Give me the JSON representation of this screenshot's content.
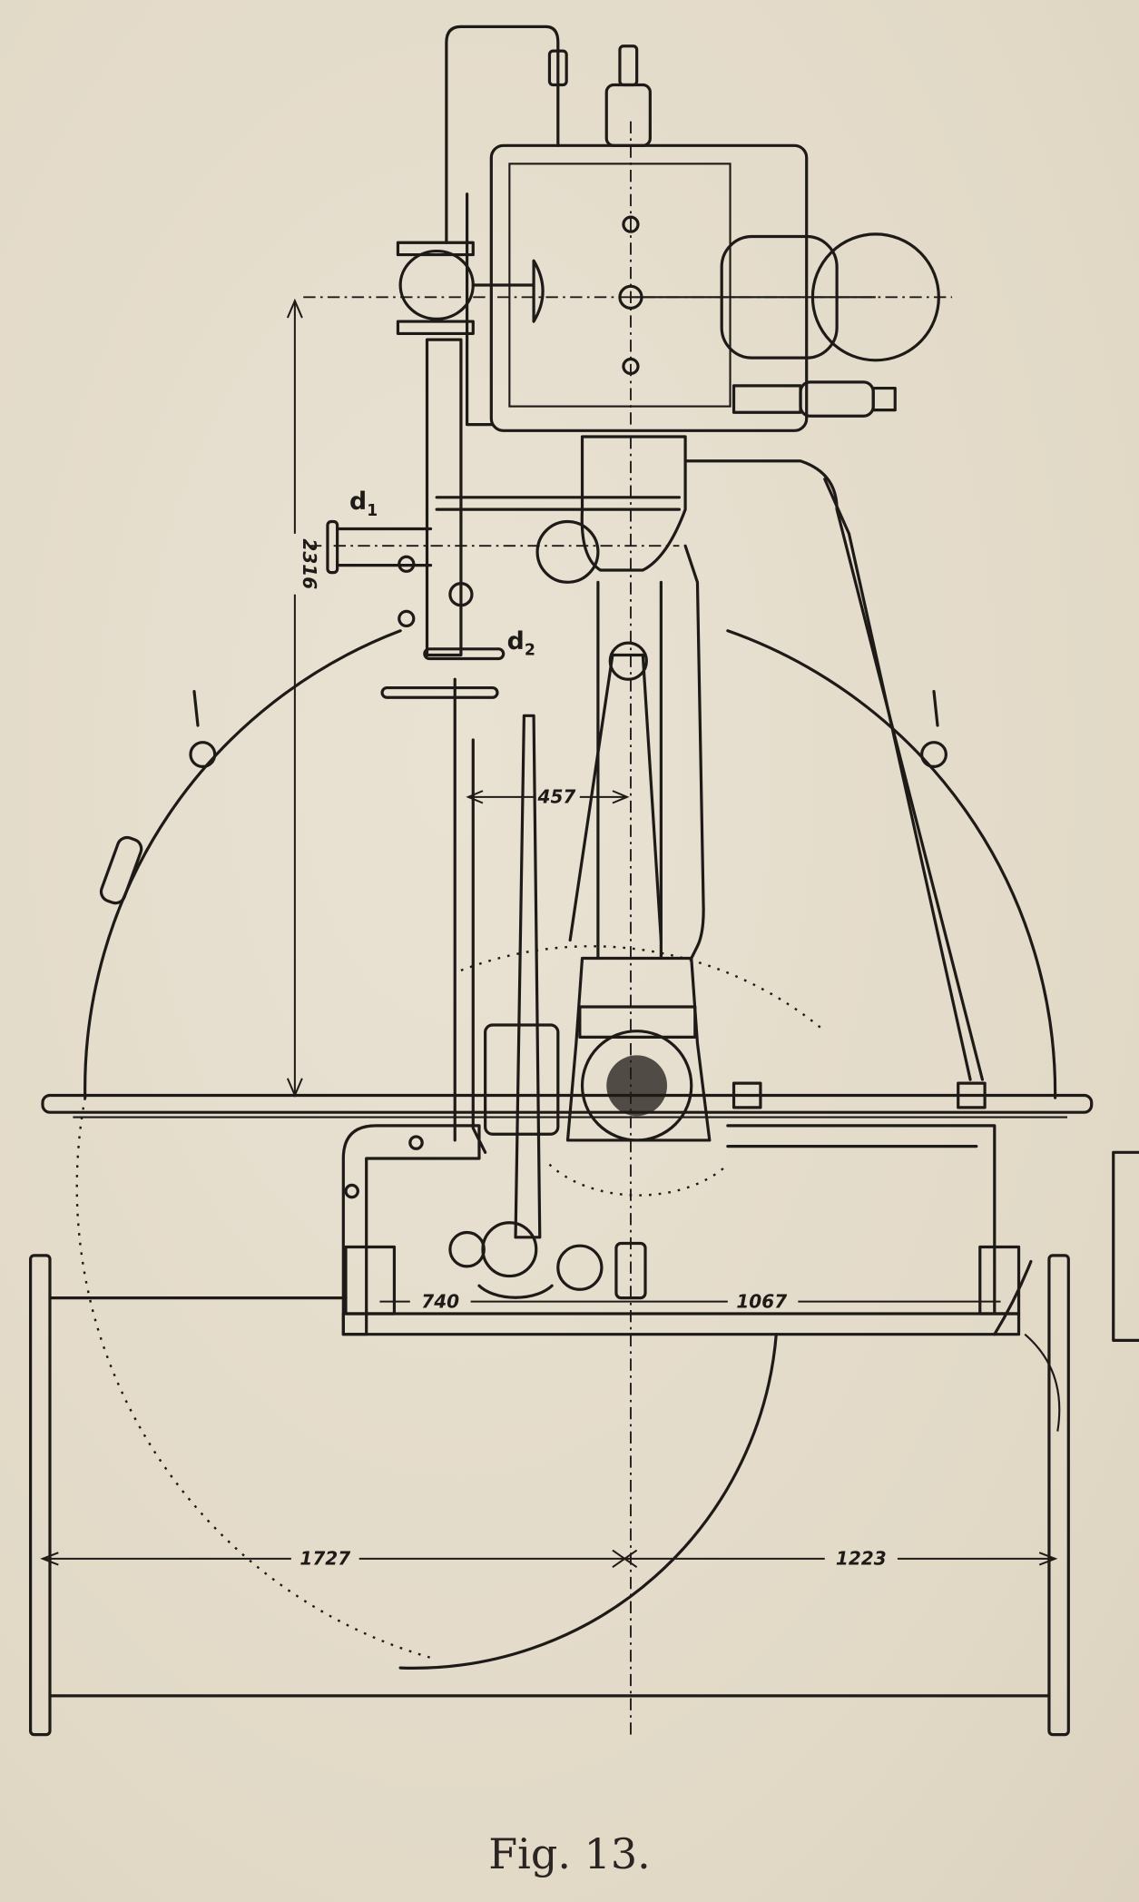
{
  "figure": {
    "caption": "Fig. 13.",
    "labels": {
      "d1": "d",
      "d1_sub": "1",
      "d2": "d",
      "d2_sub": "2"
    },
    "dimensions": {
      "height_total": "2316",
      "column_width": "457",
      "base_left": "740",
      "base_right": "1067",
      "tank_left": "1727",
      "tank_right": "1223"
    },
    "colors": {
      "paper": "#e4dccb",
      "ink": "#1e1a17"
    }
  }
}
